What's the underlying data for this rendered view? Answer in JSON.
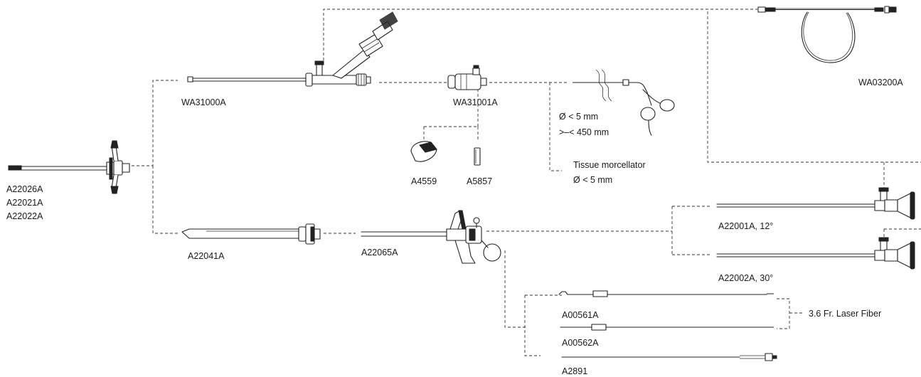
{
  "labels": {
    "wa03200a": "WA03200A",
    "wa31000a": "WA31000A",
    "wa31001a": "WA31001A",
    "grasper_diameter": "Ø < 5 mm",
    "grasper_length": ">–< 450 mm",
    "morcellator_name": "Tissue morcellator",
    "morcellator_diameter": "Ø < 5 mm",
    "a4559": "A4559",
    "a5857": "A5857",
    "a22026a": "A22026A",
    "a22021a": "A22021A",
    "a22022a": "A22022A",
    "a22041a": "A22041A",
    "a22065a": "A22065A",
    "a22001a": "A22001A, 12°",
    "a22002a": "A22002A, 30°",
    "a00561a": "A00561A",
    "a00562a": "A00562A",
    "a2891": "A2891",
    "laser_fiber": "3.6 Fr. Laser Fiber"
  },
  "icons": [
    "light-cable-icon",
    "operating-sheath-icon",
    "adapter-icon",
    "grasping-forceps-icon",
    "seal-cap-icon",
    "seal-icon",
    "outer-sheath-icon",
    "obturator-icon",
    "working-element-icon",
    "telescope-12-icon",
    "telescope-30-icon",
    "laser-fiber-icon",
    "instrument-icon"
  ]
}
